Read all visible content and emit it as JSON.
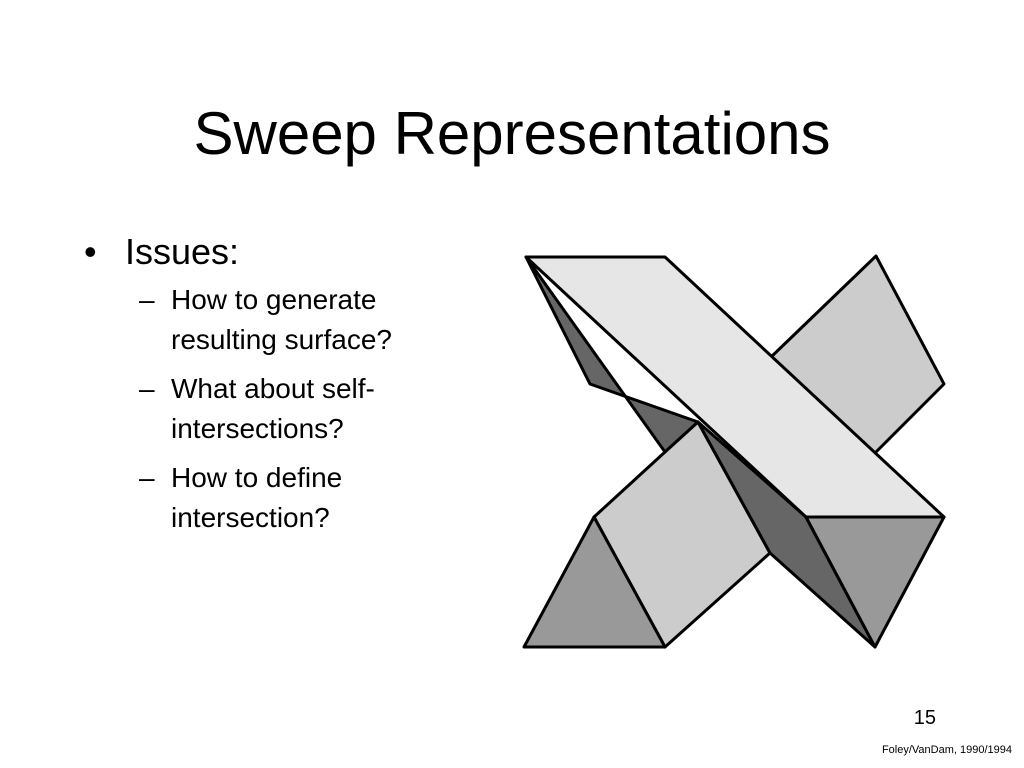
{
  "slide": {
    "title": "Sweep Representations",
    "bullets": [
      {
        "marker": "•",
        "text": "Issues:",
        "sub_items": [
          {
            "marker": "–",
            "text": "How to generate\nresulting surface?"
          },
          {
            "marker": "–",
            "text": "What about self-\nintersections?"
          },
          {
            "marker": "–",
            "text": "How to define\nintersection?"
          }
        ]
      }
    ],
    "page_number": "15",
    "credit": "Foley/VanDam, 1990/1994"
  },
  "figure": {
    "colors": {
      "light_face": "#e6e6e6",
      "mid_face": "#cccccc",
      "dark_face": "#999999",
      "shadow_face": "#666666",
      "outline": "#000000"
    }
  }
}
